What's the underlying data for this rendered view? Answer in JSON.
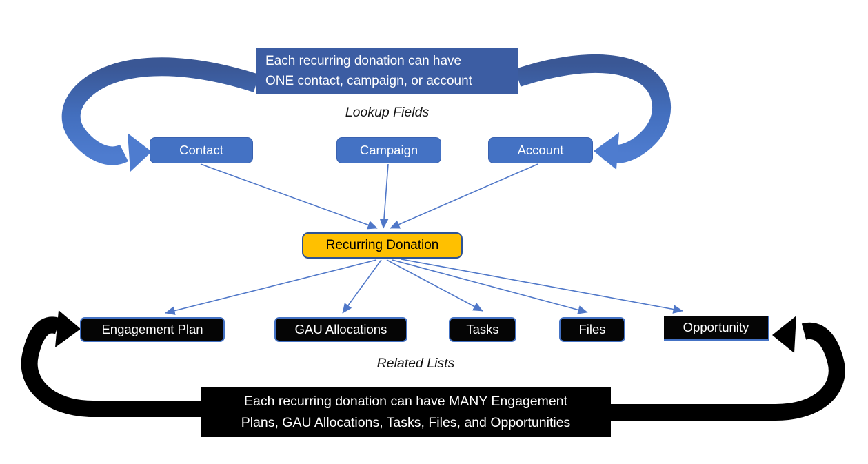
{
  "diagram": {
    "top_banner": {
      "line1": "Each recurring donation can have",
      "line2": "ONE contact, campaign, or account"
    },
    "lookup_fields_label": "Lookup Fields",
    "lookup_nodes": [
      {
        "label": "Contact"
      },
      {
        "label": "Campaign"
      },
      {
        "label": "Account"
      }
    ],
    "center_node": {
      "label": "Recurring Donation"
    },
    "related_nodes": [
      {
        "label": "Engagement Plan"
      },
      {
        "label": "GAU Allocations"
      },
      {
        "label": "Tasks"
      },
      {
        "label": "Files"
      },
      {
        "label": "Opportunity"
      }
    ],
    "related_lists_label": "Related Lists",
    "bottom_banner": {
      "line1": "Each recurring donation can have MANY Engagement",
      "line2": "Plans, GAU Allocations, Tasks, Files, and Opportunities"
    },
    "edges": [
      {
        "from": "Contact",
        "to": "Recurring Donation"
      },
      {
        "from": "Campaign",
        "to": "Recurring Donation"
      },
      {
        "from": "Account",
        "to": "Recurring Donation"
      },
      {
        "from": "Recurring Donation",
        "to": "Engagement Plan"
      },
      {
        "from": "Recurring Donation",
        "to": "GAU Allocations"
      },
      {
        "from": "Recurring Donation",
        "to": "Tasks"
      },
      {
        "from": "Recurring Donation",
        "to": "Files"
      },
      {
        "from": "Recurring Donation",
        "to": "Opportunity"
      }
    ],
    "colors": {
      "banner_blue": "#3C5DA3",
      "node_blue": "#4472C4",
      "node_orange": "#FFC000",
      "orange_border": "#2E5395",
      "black": "#000000",
      "connector_blue": "#4F77C8",
      "white": "#FFFFFF"
    }
  }
}
